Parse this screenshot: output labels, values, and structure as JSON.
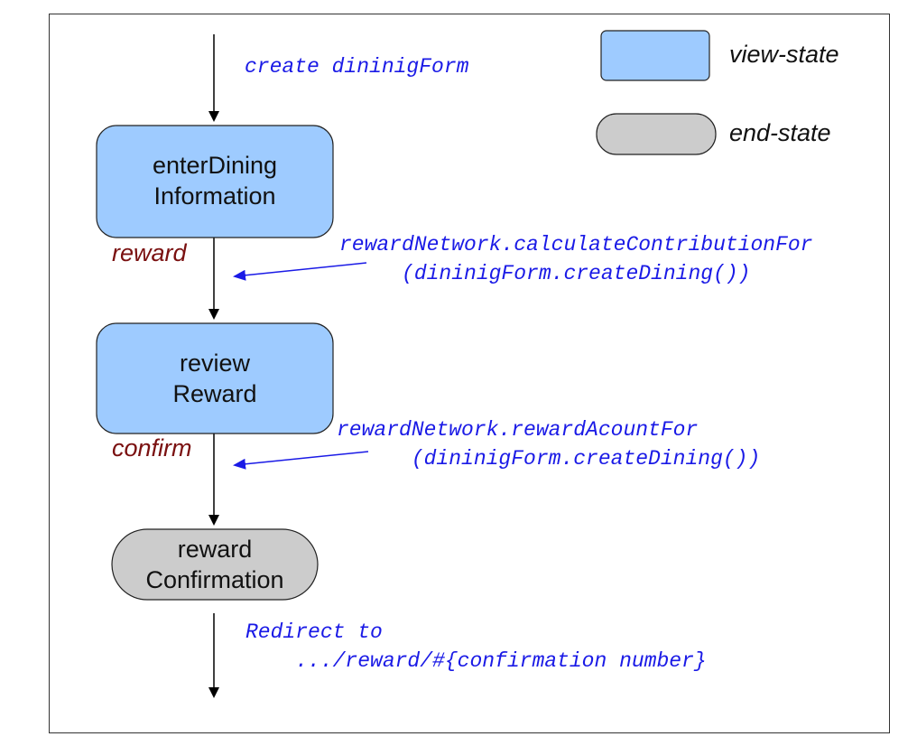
{
  "legend": {
    "view_state": "view-state",
    "end_state": "end-state",
    "view_state_color": "#9ecbff",
    "end_state_color": "#cccccc"
  },
  "start_action": "create dininigForm",
  "states": {
    "enter_dining": "enterDining\nInformation",
    "review_reward": "review\nReward",
    "reward_confirmation": "reward\nConfirmation"
  },
  "transitions": {
    "reward": "reward",
    "confirm": "confirm"
  },
  "actions": {
    "reward_action": "rewardNetwork.calculateContributionFor\n     (dininigForm.createDining())",
    "confirm_action": "rewardNetwork.rewardAcountFor\n      (dininigForm.createDining())",
    "end_action": "Redirect to\n    .../reward/#{confirmation number}"
  },
  "colors": {
    "transition_text": "#7a1010",
    "action_text": "#1a1ae6",
    "arrow": "#000000",
    "action_arrow": "#1a1ae6"
  }
}
